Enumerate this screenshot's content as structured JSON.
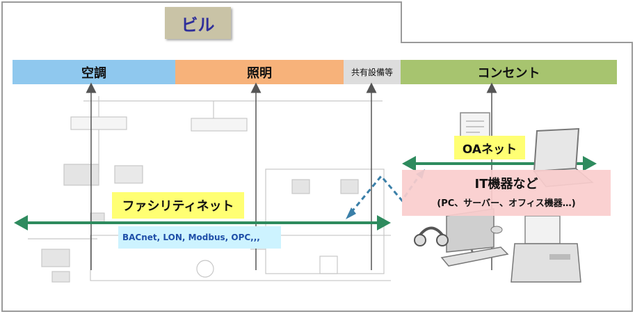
{
  "building_label": "ビル",
  "categories": {
    "aircon": "空調",
    "lighting": "照明",
    "shared": "共有設備等",
    "outlet": "コンセント"
  },
  "facility_net": {
    "label": "ファシリティネット",
    "protocols": "BACnet, LON,  Modbus,  OPC,,,"
  },
  "oa_net": {
    "label": "OAネット"
  },
  "it_devices": {
    "title": "IT機器など",
    "subtitle": "(PC、サーバー、オフィス機器…)"
  },
  "colors": {
    "aircon": "#8fc8ee",
    "lighting": "#f7b27a",
    "shared": "#dddddd",
    "outlet": "#a7c46f",
    "network_arrow": "#2e8b5e",
    "link_arrow": "#3a7fa8",
    "label_yellow": "#ffff73",
    "protocol_bg": "#cdf3ff",
    "it_bg": "#facdcd"
  },
  "icons": [
    "document-icon",
    "laptop-icon",
    "monitor-icon",
    "headset-icon",
    "keyboard-icon",
    "mouse-icon",
    "printer-icon"
  ]
}
